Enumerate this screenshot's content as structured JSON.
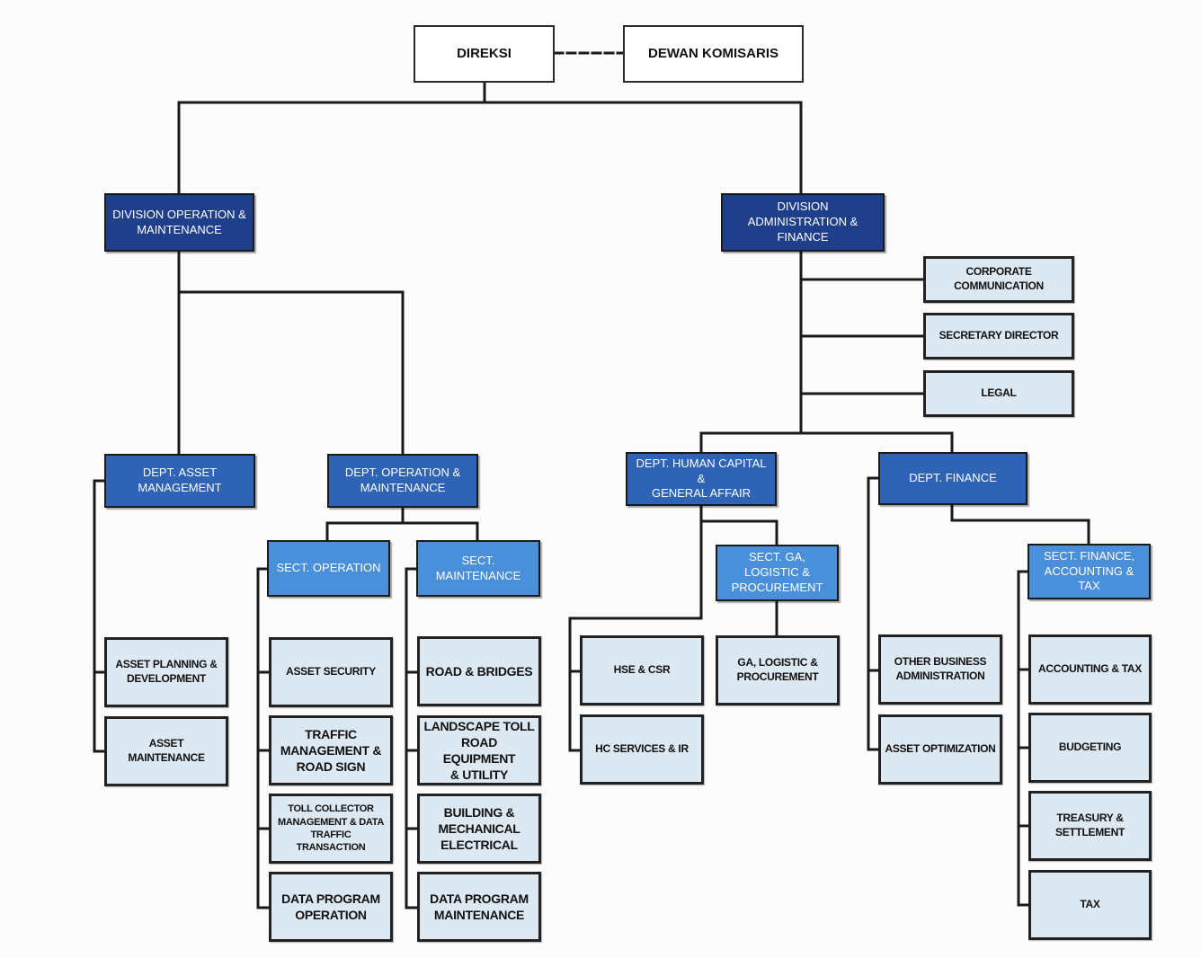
{
  "colors": {
    "line": "#1a1a1a",
    "division": "#1f3f8b",
    "department": "#2f63b5",
    "section": "#4a8fd9",
    "unit": "#dde9f2"
  },
  "top": {
    "direksi": "DIREKSI",
    "dewan_komisaris": "DEWAN KOMISARIS"
  },
  "divisions": {
    "operation": "DIVISION OPERATION &\nMAINTENANCE",
    "admin": "DIVISION ADMINISTRATION &\nFINANCE"
  },
  "admin_staff": {
    "corporate_communication": "CORPORATE\nCOMMUNICATION",
    "secretary_director": "SECRETARY DIRECTOR",
    "legal": "LEGAL"
  },
  "departments": {
    "asset_management": "DEPT. ASSET MANAGEMENT",
    "operation_maintenance": "DEPT. OPERATION &\nMAINTENANCE",
    "human_capital": "DEPT. HUMAN CAPITAL &\nGENERAL AFFAIR",
    "finance": "DEPT. FINANCE"
  },
  "sections": {
    "operation": "SECT. OPERATION",
    "maintenance": "SECT. MAINTENANCE",
    "ga_logistic": "SECT. GA, LOGISTIC &\nPROCUREMENT",
    "finance_accounting": "SECT. FINANCE,\nACCOUNTING & TAX"
  },
  "units": {
    "asset_planning": "ASSET PLANNING &\nDEVELOPMENT",
    "asset_maintenance": "ASSET MAINTENANCE",
    "asset_security": "ASSET SECURITY",
    "traffic_management": "TRAFFIC\nMANAGEMENT &\nROAD SIGN",
    "toll_collector": "TOLL COLLECTOR\nMANAGEMENT & DATA\nTRAFFIC TRANSACTION",
    "data_program_operation": "DATA PROGRAM\nOPERATION",
    "road_bridges": "ROAD & BRIDGES",
    "landscape": "LANDSCAPE TOLL\nROAD EQUIPMENT\n& UTILITY",
    "building": "BUILDING &\nMECHANICAL\nELECTRICAL",
    "data_program_maintenance": "DATA PROGRAM\nMAINTENANCE",
    "hse_csr": "HSE & CSR",
    "hc_services": "HC SERVICES & IR",
    "ga_logistic_procurement": "GA, LOGISTIC &\nPROCUREMENT",
    "other_business": "OTHER BUSINESS\nADMINISTRATION",
    "asset_optimization": "ASSET OPTIMIZATION",
    "accounting_tax": "ACCOUNTING & TAX",
    "budgeting": "BUDGETING",
    "treasury": "TREASURY &\nSETTLEMENT",
    "tax": "TAX"
  }
}
